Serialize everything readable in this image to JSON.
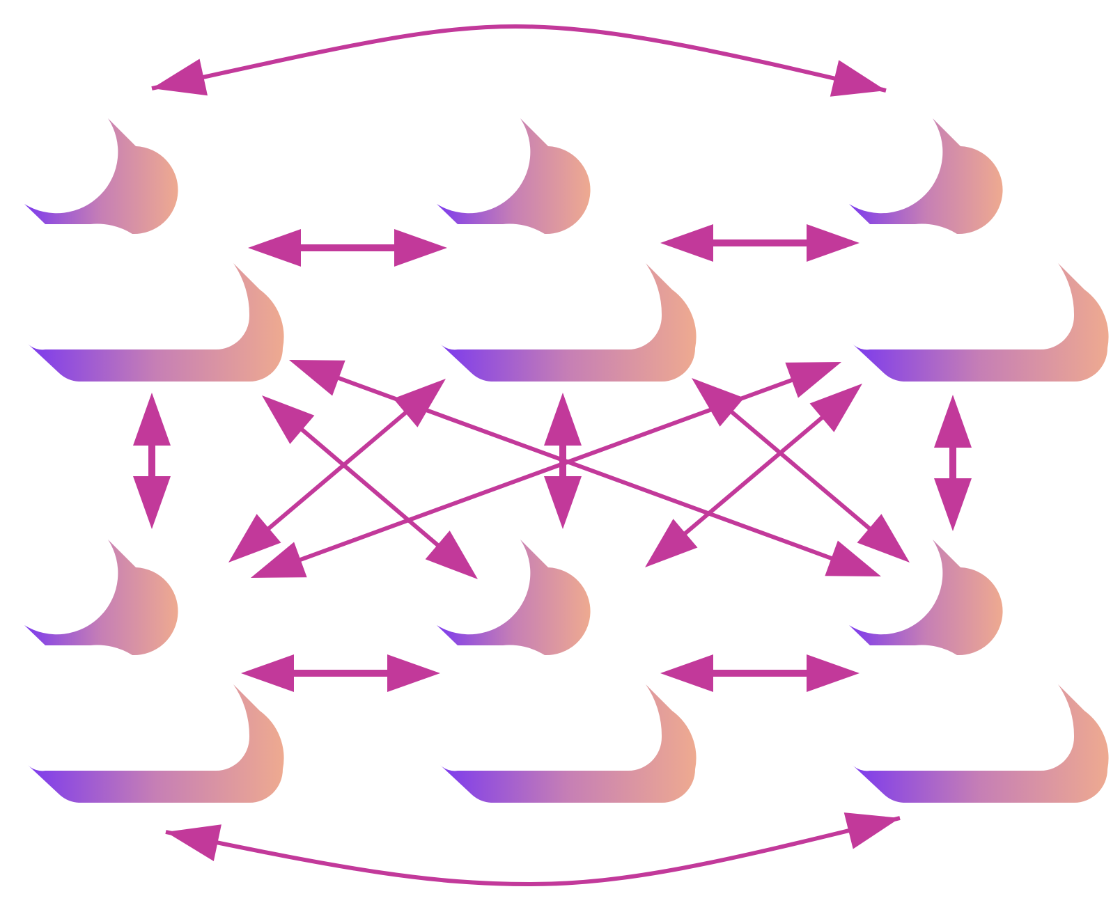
{
  "colors": {
    "arrow": "#c2399a",
    "gradient_start": "#7c3aed",
    "gradient_mid": "#c67fb5",
    "gradient_end": "#eeaa90"
  },
  "nodes": [
    {
      "id": "n1",
      "icon": "user-icon"
    },
    {
      "id": "n2",
      "icon": "user-icon"
    },
    {
      "id": "n3",
      "icon": "user-icon"
    },
    {
      "id": "n4",
      "icon": "user-icon"
    },
    {
      "id": "n5",
      "icon": "user-icon"
    },
    {
      "id": "n6",
      "icon": "user-icon"
    }
  ],
  "edges": [
    {
      "from": "n1",
      "to": "n3",
      "direction": "both"
    },
    {
      "from": "n4",
      "to": "n6",
      "direction": "both"
    },
    {
      "from": "n1",
      "to": "n2",
      "direction": "both"
    },
    {
      "from": "n2",
      "to": "n3",
      "direction": "both"
    },
    {
      "from": "n4",
      "to": "n5",
      "direction": "both"
    },
    {
      "from": "n5",
      "to": "n6",
      "direction": "both"
    },
    {
      "from": "n1",
      "to": "n4",
      "direction": "both"
    },
    {
      "from": "n2",
      "to": "n5",
      "direction": "both"
    },
    {
      "from": "n3",
      "to": "n6",
      "direction": "both"
    },
    {
      "from": "n1",
      "to": "n6",
      "direction": "both"
    },
    {
      "from": "n1",
      "to": "n5",
      "direction": "both"
    },
    {
      "from": "n2",
      "to": "n4",
      "direction": "both"
    },
    {
      "from": "n3",
      "to": "n4",
      "direction": "both"
    },
    {
      "from": "n2",
      "to": "n6",
      "direction": "both"
    },
    {
      "from": "n3",
      "to": "n5",
      "direction": "both"
    }
  ]
}
